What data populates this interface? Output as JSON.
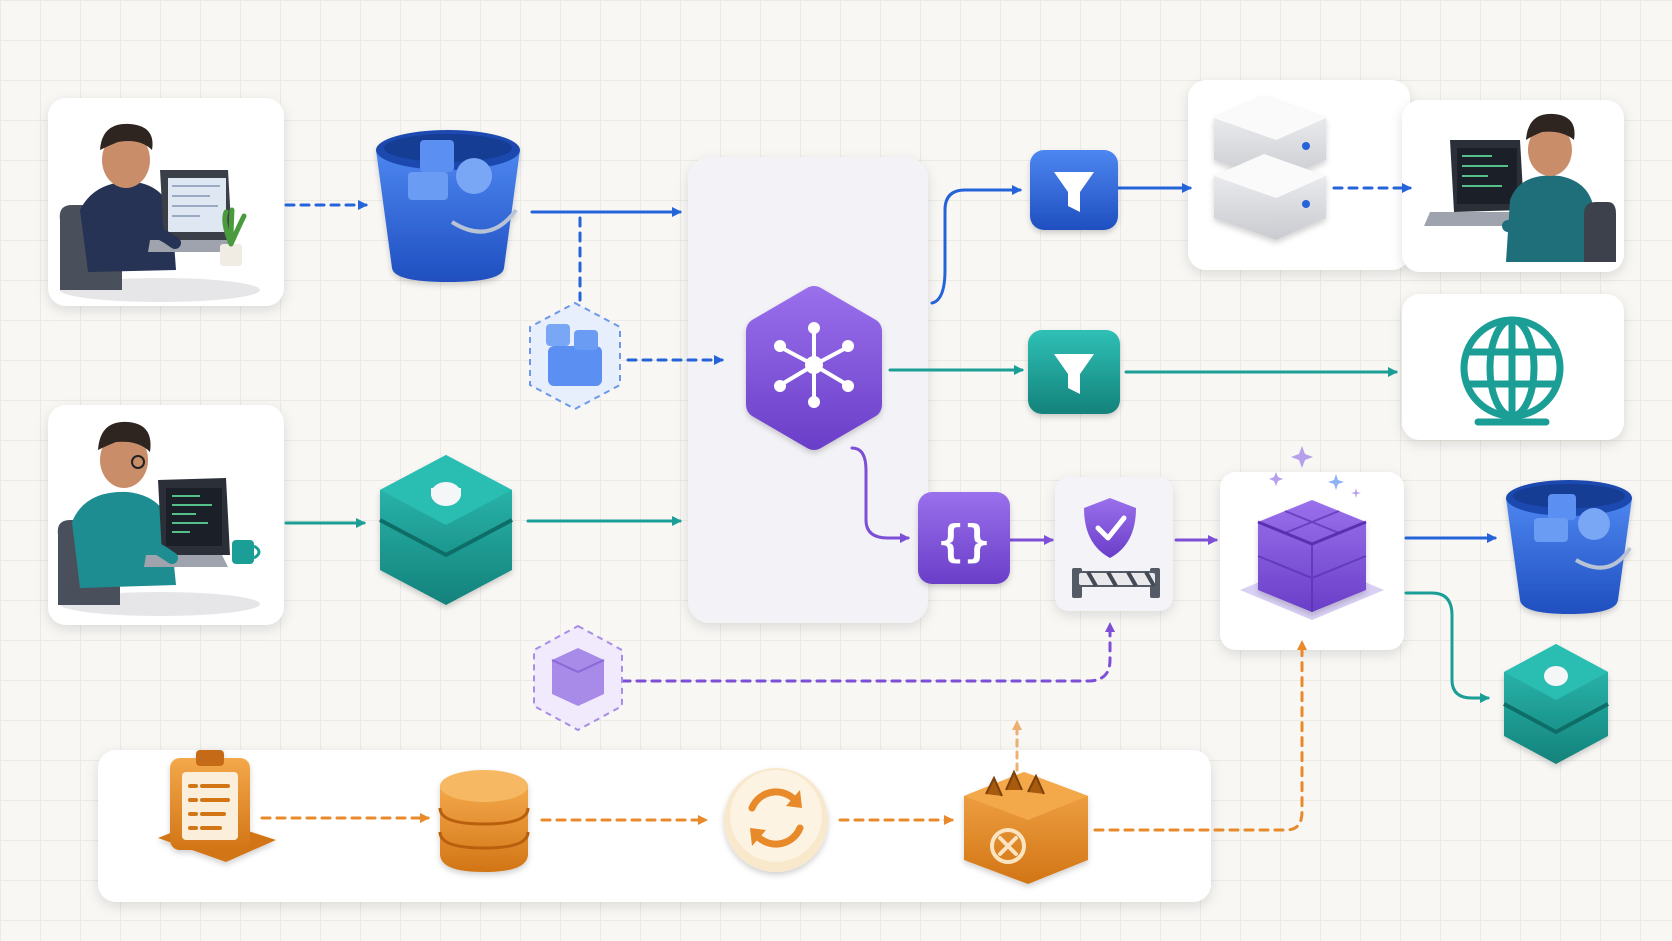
{
  "diagram": {
    "nodes": [
      {
        "id": "developer-1",
        "icon": "developer-at-laptop-with-plant"
      },
      {
        "id": "developer-2",
        "icon": "developer-with-glasses-and-mug"
      },
      {
        "id": "source-bucket",
        "icon": "bucket-icon"
      },
      {
        "id": "source-stack",
        "icon": "hexagon-stack-icon"
      },
      {
        "id": "optional-blocks",
        "icon": "blocks-icon"
      },
      {
        "id": "central-hub",
        "icon": "hub-icon"
      },
      {
        "id": "filter-blue",
        "icon": "funnel-icon"
      },
      {
        "id": "filter-teal",
        "icon": "funnel-icon"
      },
      {
        "id": "server-rack",
        "icon": "server-icon"
      },
      {
        "id": "developer-3",
        "icon": "developer-at-laptop"
      },
      {
        "id": "web-globe",
        "icon": "globe-icon"
      },
      {
        "id": "code-transform",
        "icon": "braces-icon"
      },
      {
        "id": "validation-gate",
        "icon": "shield-check-barrier-icon"
      },
      {
        "id": "output-cube",
        "icon": "cube-icon"
      },
      {
        "id": "target-bucket",
        "icon": "bucket-icon"
      },
      {
        "id": "target-stack",
        "icon": "hexagon-stack-icon"
      },
      {
        "id": "small-cube",
        "icon": "cube-icon"
      },
      {
        "id": "checklist",
        "icon": "clipboard-checklist-icon"
      },
      {
        "id": "database",
        "icon": "database-icon"
      },
      {
        "id": "sync",
        "icon": "sync-icon"
      },
      {
        "id": "reject-bin",
        "icon": "reject-bin-icon"
      }
    ],
    "edges": [
      {
        "from": "developer-1",
        "to": "source-bucket",
        "style": "dashed",
        "color": "blue"
      },
      {
        "from": "source-bucket",
        "to": "central-hub",
        "style": "solid",
        "color": "blue"
      },
      {
        "from": "source-bucket",
        "to": "optional-blocks",
        "style": "dashed",
        "color": "blue"
      },
      {
        "from": "optional-blocks",
        "to": "central-hub",
        "style": "dashed",
        "color": "blue"
      },
      {
        "from": "developer-2",
        "to": "source-stack",
        "style": "solid",
        "color": "teal"
      },
      {
        "from": "source-stack",
        "to": "central-hub",
        "style": "solid",
        "color": "teal"
      },
      {
        "from": "central-hub",
        "to": "filter-blue",
        "style": "solid",
        "color": "blue"
      },
      {
        "from": "filter-blue",
        "to": "server-rack",
        "style": "solid",
        "color": "blue"
      },
      {
        "from": "server-rack",
        "to": "developer-3",
        "style": "dashed",
        "color": "blue"
      },
      {
        "from": "central-hub",
        "to": "filter-teal",
        "style": "solid",
        "color": "teal"
      },
      {
        "from": "filter-teal",
        "to": "web-globe",
        "style": "solid",
        "color": "teal"
      },
      {
        "from": "central-hub",
        "to": "code-transform",
        "style": "solid",
        "color": "purple"
      },
      {
        "from": "code-transform",
        "to": "validation-gate",
        "style": "solid",
        "color": "purple"
      },
      {
        "from": "validation-gate",
        "to": "output-cube",
        "style": "solid",
        "color": "purple"
      },
      {
        "from": "output-cube",
        "to": "target-bucket",
        "style": "solid",
        "color": "blue"
      },
      {
        "from": "output-cube",
        "to": "target-stack",
        "style": "solid",
        "color": "teal"
      },
      {
        "from": "small-cube",
        "to": "validation-gate",
        "style": "dashed",
        "color": "purple"
      },
      {
        "from": "checklist",
        "to": "database",
        "style": "dashed",
        "color": "orange"
      },
      {
        "from": "database",
        "to": "sync",
        "style": "dashed",
        "color": "orange"
      },
      {
        "from": "sync",
        "to": "reject-bin",
        "style": "dashed",
        "color": "orange"
      },
      {
        "from": "reject-bin",
        "to": "validation-gate",
        "style": "dashed",
        "color": "orange"
      },
      {
        "from": "reject-bin",
        "to": "output-cube",
        "style": "dashed",
        "color": "orange"
      }
    ]
  },
  "colors": {
    "blue": "#2563d9",
    "teal": "#1a9e96",
    "purple": "#7c4fd6",
    "orange": "#e8892a",
    "card": "#ffffff",
    "background": "#f8f7f4"
  }
}
